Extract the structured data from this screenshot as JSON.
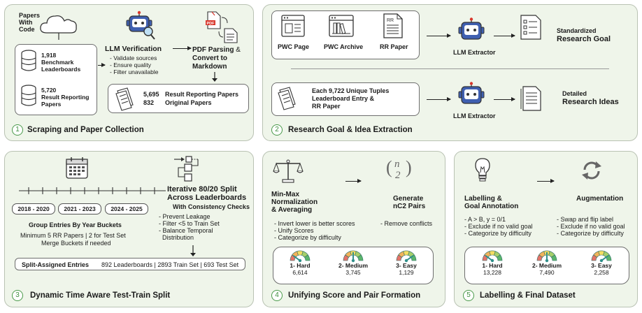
{
  "panel1": {
    "number": "1",
    "title": "Scraping and Paper Collection",
    "pwc_label": "Papers\nWith\nCode",
    "db1_count": "1,918",
    "db1_label": "Benchmark\nLeaderboards",
    "db2_count": "5,720",
    "db2_label": "Result Reporting\nPapers",
    "llm_title": "LLM Verification",
    "llm_items": [
      "- Validate sources",
      "- Ensure quality",
      "- Filter unavailable"
    ],
    "pdf_title": "PDF Parsing",
    "pdf_amp": "&",
    "pdf_rest": "Convert to\nMarkdown",
    "result_count1": "5,695",
    "result_label1": "Result Reporting Papers",
    "result_count2": "832",
    "result_label2": "Original Papers"
  },
  "panel2": {
    "number": "2",
    "title": "Research Goal & Idea Extraction",
    "src1": "PWC Page",
    "src2": "PWC Archive",
    "src3": "RR Paper",
    "rr_tag": "RR",
    "extractor1": "LLM Extractor",
    "out1_top": "Standardized",
    "out1_bottom": "Research Goal",
    "tuple_line1": "Each 9,722 Unique Tuples",
    "tuple_line2": "Leaderboard Entry &",
    "tuple_line3": "RR Paper",
    "extractor2": "LLM Extractor",
    "out2_top": "Detailed",
    "out2_bottom": "Research Ideas"
  },
  "panel3": {
    "number": "3",
    "title": "Dynamic Time Aware Test-Train Split",
    "bucket1": "2018 - 2020",
    "bucket2": "2021 - 2023",
    "bucket3": "2024 - 2025",
    "group_title": "Group Entries By Year Buckets",
    "group_line1": "Minimum 5 RR Papers | 2 for Test Set",
    "group_line2": "Merge Buckets if needed",
    "split_title": "Iterative 80/20 Split\nAcross Leaderboards",
    "split_sub": "With Consistency Checks",
    "split_items": [
      "- Prevent Leakage",
      "- Filter <5 to Train Set",
      "- Balance Temporal",
      "  Distribution"
    ],
    "assigned_title": "Split-Assigned Entries",
    "assigned_rest": "892 Leaderboards | 2893 Train Set | 693 Test Set"
  },
  "panel4": {
    "number": "4",
    "title": "Unifying Score and Pair Formation",
    "norm_title": "Min-Max\nNormalization\n& Averaging",
    "norm_items": [
      "- Invert lower is better scores",
      "- Unify Scores",
      "- Categorize by difficulty"
    ],
    "binom_top": "n",
    "binom_bottom": "2",
    "pairs_title": "Generate\nnC2 Pairs",
    "pairs_items": [
      "- Remove conflicts"
    ],
    "gauges": [
      {
        "label": "1- Hard",
        "value": "6,614",
        "level": 0.2
      },
      {
        "label": "2- Medium",
        "value": "3,745",
        "level": 0.5
      },
      {
        "label": "3- Easy",
        "value": "1,129",
        "level": 0.8
      }
    ]
  },
  "panel5": {
    "number": "5",
    "title": "Labelling & Final Dataset",
    "label_title": "Labelling &\nGoal Annotation",
    "label_items": [
      "- A > B, y = 0/1",
      "- Exclude if no valid goal",
      "- Categorize by difficulty"
    ],
    "aug_title": "Augmentation",
    "aug_items": [
      "- Swap and flip label",
      "- Exclude if no valid goal",
      "- Categorize by difficulty"
    ],
    "gauges": [
      {
        "label": "1- Hard",
        "value": "13,228",
        "level": 0.2
      },
      {
        "label": "2- Medium",
        "value": "7,490",
        "level": 0.5
      },
      {
        "label": "3- Easy",
        "value": "2,258",
        "level": 0.8
      }
    ]
  },
  "colors": {
    "panel_bg": "#eff5ea",
    "badge_green": "#3f8f3f",
    "robot_blue": "#3f5fb0",
    "pdf_red": "#d9362b",
    "gauge_teal": "#2e8f8a"
  }
}
